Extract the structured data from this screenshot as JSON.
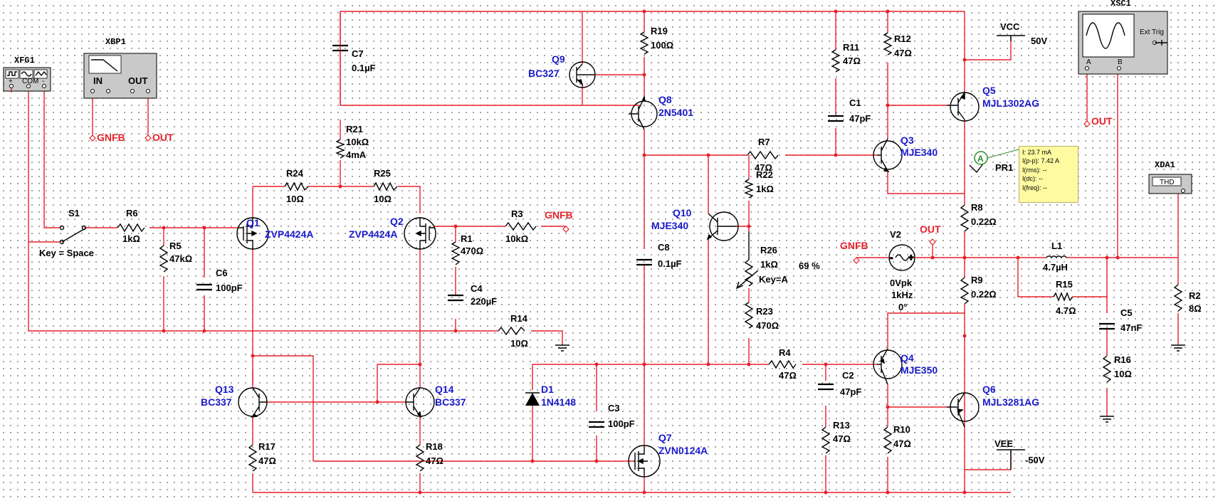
{
  "instruments": {
    "xfg1": {
      "name": "XFG1",
      "com": "COM",
      "t1": "+",
      "t2": "-"
    },
    "xbp1": {
      "name": "XBP1",
      "in": "IN",
      "out": "OUT"
    },
    "xsc1": {
      "name": "XSC1",
      "a": "A",
      "b": "B",
      "ext": "Ext Trig"
    },
    "xda1": {
      "name": "XDA1",
      "thd": "THD"
    }
  },
  "switch": {
    "name": "S1",
    "key": "Key = Space"
  },
  "nets": {
    "gnfb": "GNFB",
    "out": "OUT"
  },
  "supplies": {
    "vcc": {
      "name": "VCC",
      "value": "50V"
    },
    "vee": {
      "name": "VEE",
      "value": "-50V"
    }
  },
  "source": {
    "name": "V2",
    "v": "0Vpk",
    "f": "1kHz",
    "p": "0°"
  },
  "probe": {
    "name": "PR1",
    "icon_letter": "A",
    "readings": [
      "I: 23.7 mA",
      "I(p-p): 7.42 A",
      "I(rms): --",
      "I(dc): --",
      "I(freq): --"
    ]
  },
  "transistors": {
    "q1": {
      "ref": "Q1",
      "part": "ZVP4424A"
    },
    "q2": {
      "ref": "Q2",
      "part": "ZVP4424A"
    },
    "q3": {
      "ref": "Q3",
      "part": "MJE340"
    },
    "q4": {
      "ref": "Q4",
      "part": "MJE350"
    },
    "q5": {
      "ref": "Q5",
      "part": "MJL1302AG"
    },
    "q6": {
      "ref": "Q6",
      "part": "MJL3281AG"
    },
    "q7": {
      "ref": "Q7",
      "part": "ZVN0124A"
    },
    "q8": {
      "ref": "Q8",
      "part": "2N5401"
    },
    "q9": {
      "ref": "Q9",
      "part": "BC327"
    },
    "q10": {
      "ref": "Q10",
      "part": "MJE340"
    },
    "q13": {
      "ref": "Q13",
      "part": "BC337"
    },
    "q14": {
      "ref": "Q14",
      "part": "BC337"
    }
  },
  "diode": {
    "ref": "D1",
    "part": "1N4148"
  },
  "resistors": {
    "r1": {
      "ref": "R1",
      "value": "470Ω"
    },
    "r2": {
      "ref": "R2",
      "value": "8Ω"
    },
    "r3": {
      "ref": "R3",
      "value": "10kΩ"
    },
    "r4": {
      "ref": "R4",
      "value": "47Ω"
    },
    "r5": {
      "ref": "R5",
      "value": "47kΩ"
    },
    "r6": {
      "ref": "R6",
      "value": "1kΩ"
    },
    "r7": {
      "ref": "R7",
      "value": "47Ω"
    },
    "r8": {
      "ref": "R8",
      "value": "0.22Ω"
    },
    "r9": {
      "ref": "R9",
      "value": "0.22Ω"
    },
    "r10": {
      "ref": "R10",
      "value": "47Ω"
    },
    "r11": {
      "ref": "R11",
      "value": "47Ω"
    },
    "r12": {
      "ref": "R12",
      "value": "47Ω"
    },
    "r13": {
      "ref": "R13",
      "value": "47Ω"
    },
    "r14": {
      "ref": "R14",
      "value": "10Ω"
    },
    "r15": {
      "ref": "R15",
      "value": "4.7Ω"
    },
    "r16": {
      "ref": "R16",
      "value": "10Ω"
    },
    "r17": {
      "ref": "R17",
      "value": "47Ω"
    },
    "r18": {
      "ref": "R18",
      "value": "47Ω"
    },
    "r19": {
      "ref": "R19",
      "value": "100Ω"
    },
    "r21": {
      "ref": "R21",
      "value": "10kΩ",
      "note": "4mA"
    },
    "r22": {
      "ref": "R22",
      "value": "1kΩ"
    },
    "r23": {
      "ref": "R23",
      "value": "470Ω"
    },
    "r24": {
      "ref": "R24",
      "value": "10Ω"
    },
    "r25": {
      "ref": "R25",
      "value": "10Ω"
    },
    "r26": {
      "ref": "R26",
      "value": "1kΩ",
      "key": "Key=A",
      "pct": "69 %"
    }
  },
  "capacitors": {
    "c1": {
      "ref": "C1",
      "value": "47pF"
    },
    "c2": {
      "ref": "C2",
      "value": "47pF"
    },
    "c3": {
      "ref": "C3",
      "value": "100pF"
    },
    "c4": {
      "ref": "C4",
      "value": "220µF"
    },
    "c5": {
      "ref": "C5",
      "value": "47nF"
    },
    "c6": {
      "ref": "C6",
      "value": "100pF"
    },
    "c7": {
      "ref": "C7",
      "value": "0.1µF"
    },
    "c8": {
      "ref": "C8",
      "value": "0.1µF"
    }
  },
  "inductor": {
    "ref": "L1",
    "value": "4.7µH"
  },
  "colors": {
    "wire": "#e8202a",
    "part_label": "#1a1acc",
    "grid_dot": "#8c8c8c",
    "probe_bg": "#fdfaa0"
  }
}
